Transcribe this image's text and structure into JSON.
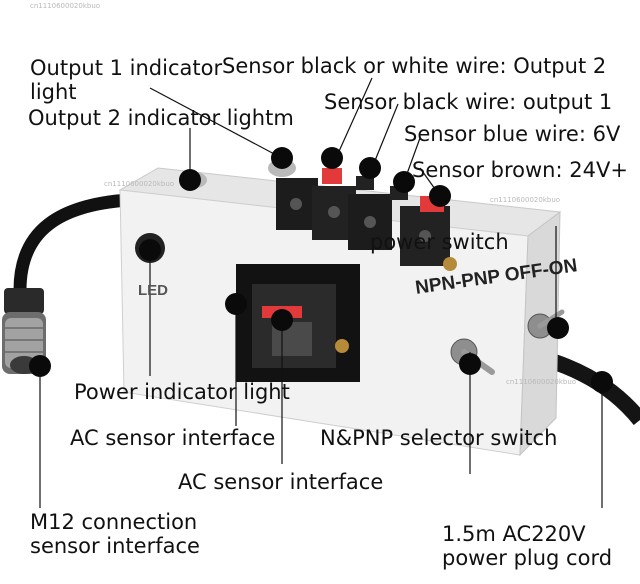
{
  "watermark": "cn1110600020kbuo",
  "device": {
    "panel_text": "NPN-PNP OFF-ON",
    "led_text": "LED"
  },
  "labels": {
    "output1_line1": "Output 1 indicator",
    "output1_line2": "light",
    "output2": "Output 2 indicator lightm",
    "sensor_black_white": "Sensor black or white wire: Output 2",
    "sensor_black": "Sensor black wire: output 1",
    "sensor_blue": "Sensor blue wire: 6V",
    "sensor_brown": "Sensor brown: 24V+",
    "power_switch": "power switch",
    "power_indicator": "Power indicator light",
    "ac_interface_1": "AC sensor interface",
    "npn_pnp_switch": "N&PNP selector switch",
    "ac_interface_2": "AC sensor interface",
    "m12_line1": "M12 connection",
    "m12_line2": "sensor interface",
    "cord_line1": "1.5m AC220V",
    "cord_line2": "power plug cord"
  }
}
